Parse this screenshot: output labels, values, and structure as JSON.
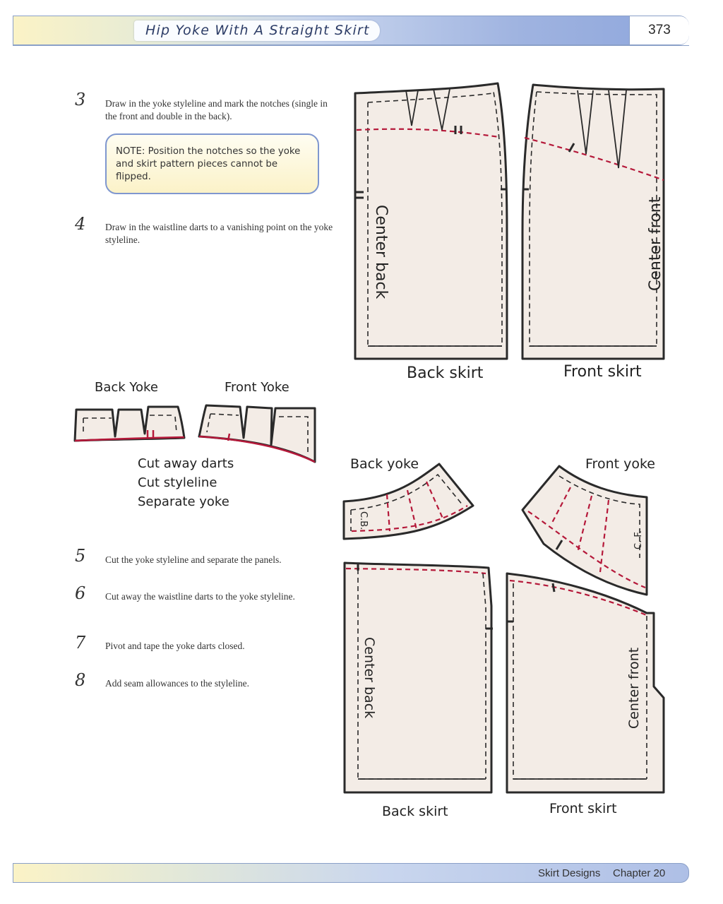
{
  "header": {
    "title": "Hip Yoke With A Straight Skirt",
    "page_number": "373"
  },
  "steps": [
    {
      "number": "3",
      "text": "Draw in the yoke styleline and mark the notches (single in the front and double in the back)."
    },
    {
      "number": "4",
      "text": "Draw in the waistline darts to a vanishing point on the yoke styleline."
    },
    {
      "number": "5",
      "text": "Cut the yoke styleline and separate the panels."
    },
    {
      "number": "6",
      "text": "Cut away the waistline darts to the yoke styleline."
    },
    {
      "number": "7",
      "text": "Pivot and tape the yoke darts closed."
    },
    {
      "number": "8",
      "text": "Add seam allowances to the styleline."
    }
  ],
  "note": {
    "text": "NOTE: Position the notches so the yoke and skirt pattern pieces cannot be flipped."
  },
  "diagram_top": {
    "center_back": "Center back",
    "center_front": "Center front",
    "back_skirt": "Back skirt",
    "front_skirt": "Front skirt"
  },
  "diagram_yokes": {
    "back_yoke": "Back Yoke",
    "front_yoke": "Front Yoke",
    "instructions": [
      "Cut away darts",
      "Cut styleline",
      "Separate yoke"
    ]
  },
  "diagram_bottom": {
    "back_yoke": "Back yoke",
    "front_yoke": "Front yoke",
    "cb": "C.B.",
    "cf": "C. F.",
    "center_back": "Center back",
    "center_front": "Center front",
    "back_skirt": "Back skirt",
    "front_skirt": "Front skirt"
  },
  "colors": {
    "pattern_fill": "#f3ece6",
    "outline": "#2a2a2a",
    "styleline_red": "#b5193a",
    "header_accent": "#8aa0c8"
  },
  "footer": {
    "section": "Skirt Designs",
    "chapter": "Chapter 20"
  }
}
